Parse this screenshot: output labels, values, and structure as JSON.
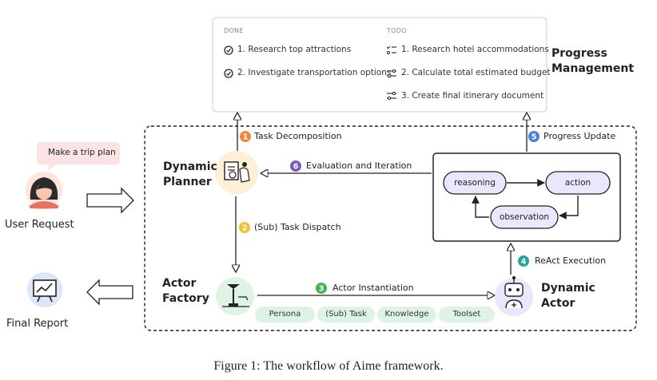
{
  "progress": {
    "done_header": "DONE",
    "todo_header": "TODO",
    "done_items": [
      "1. Research top attractions",
      "2. Investigate transportation options"
    ],
    "todo_items": [
      "1. Research hotel accommodations",
      "2. Calculate total estimated budget",
      "3. Create final itinerary document"
    ],
    "title_line1": "Progress",
    "title_line2": "Management"
  },
  "user": {
    "bubble": "Make a trip plan",
    "label": "User Request"
  },
  "report": {
    "label": "Final Report"
  },
  "planner": {
    "line1": "Dynamic",
    "line2": "Planner"
  },
  "factory": {
    "line1": "Actor",
    "line2": "Factory"
  },
  "actor": {
    "line1": "Dynamic",
    "line2": "Actor"
  },
  "steps": [
    {
      "num": "1",
      "label": "Task Decomposition",
      "color": "#f0883e"
    },
    {
      "num": "2",
      "label": "(Sub) Task Dispatch",
      "color": "#f2c12e"
    },
    {
      "num": "3",
      "label": "Actor Instantiation",
      "color": "#4caf50"
    },
    {
      "num": "4",
      "label": "ReAct Execution",
      "color": "#26a69a"
    },
    {
      "num": "5",
      "label": "Progress Update",
      "color": "#4a7fe0"
    },
    {
      "num": "6",
      "label": "Evaluation and Iteration",
      "color": "#7e57c2"
    }
  ],
  "react": {
    "reasoning": "reasoning",
    "action": "action",
    "observation": "observation"
  },
  "pills": [
    "Persona",
    "(Sub) Task",
    "Knowledge",
    "Toolset"
  ],
  "caption": "Figure 1: The workflow of Aime framework."
}
